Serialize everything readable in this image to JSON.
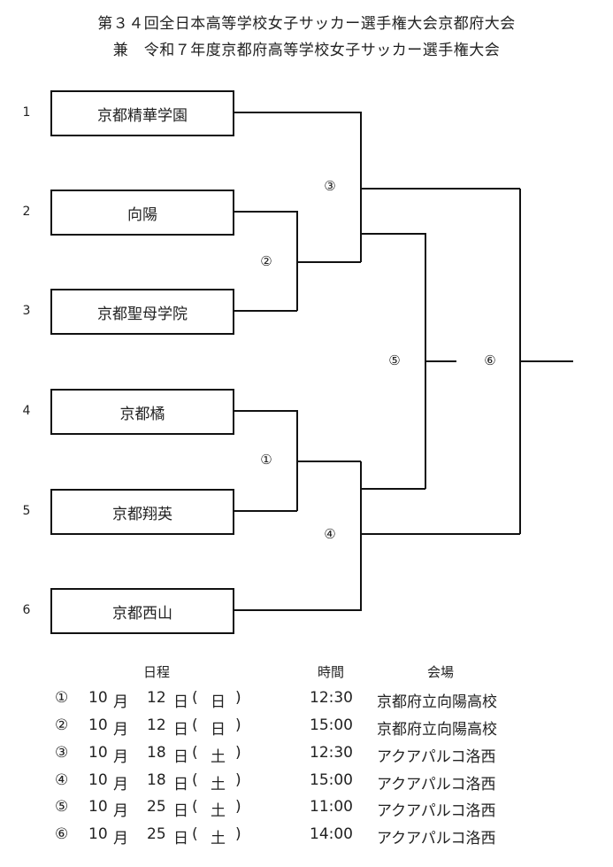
{
  "title_line1": "第３４回全日本高等学校女子サッカー選手権大会京都府大会",
  "title_line2": "兼　令和７年度京都府高等学校女子サッカー選手権大会",
  "teams": [
    {
      "seed": "1",
      "name": "京都精華学園"
    },
    {
      "seed": "2",
      "name": "向陽"
    },
    {
      "seed": "3",
      "name": "京都聖母学院"
    },
    {
      "seed": "4",
      "name": "京都橘"
    },
    {
      "seed": "5",
      "name": "京都翔英"
    },
    {
      "seed": "6",
      "name": "京都西山"
    }
  ],
  "match_labels": [
    "①",
    "②",
    "③",
    "④",
    "⑤",
    "⑥"
  ],
  "schedule_headers": {
    "date": "日程",
    "time": "時間",
    "venue": "会場"
  },
  "schedule": [
    {
      "no": "①",
      "month": "10",
      "month_unit": "月",
      "day": "12",
      "day_unit": "日",
      "paren_open": "(",
      "weekday": "日",
      "paren_close": ")",
      "time": "12:30",
      "venue": "京都府立向陽高校"
    },
    {
      "no": "②",
      "month": "10",
      "month_unit": "月",
      "day": "12",
      "day_unit": "日",
      "paren_open": "(",
      "weekday": "日",
      "paren_close": ")",
      "time": "15:00",
      "venue": "京都府立向陽高校"
    },
    {
      "no": "③",
      "month": "10",
      "month_unit": "月",
      "day": "18",
      "day_unit": "日",
      "paren_open": "(",
      "weekday": "土",
      "paren_close": ")",
      "time": "12:30",
      "venue": "アクアパルコ洛西"
    },
    {
      "no": "④",
      "month": "10",
      "month_unit": "月",
      "day": "18",
      "day_unit": "日",
      "paren_open": "(",
      "weekday": "土",
      "paren_close": ")",
      "time": "15:00",
      "venue": "アクアパルコ洛西"
    },
    {
      "no": "⑤",
      "month": "10",
      "month_unit": "月",
      "day": "25",
      "day_unit": "日",
      "paren_open": "(",
      "weekday": "土",
      "paren_close": ")",
      "time": "11:00",
      "venue": "アクアパルコ洛西"
    },
    {
      "no": "⑥",
      "month": "10",
      "month_unit": "月",
      "day": "25",
      "day_unit": "日",
      "paren_open": "(",
      "weekday": "土",
      "paren_close": ")",
      "time": "14:00",
      "venue": "アクアパルコ洛西"
    }
  ]
}
